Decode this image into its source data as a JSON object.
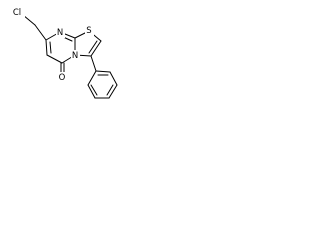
{
  "molecule": {
    "atoms": {
      "chloro": "Cl",
      "ring_nitrogen_top": "N",
      "ring_nitrogen_fused": "N",
      "sulfur": "S",
      "carbonyl_oxygen": "O"
    }
  }
}
